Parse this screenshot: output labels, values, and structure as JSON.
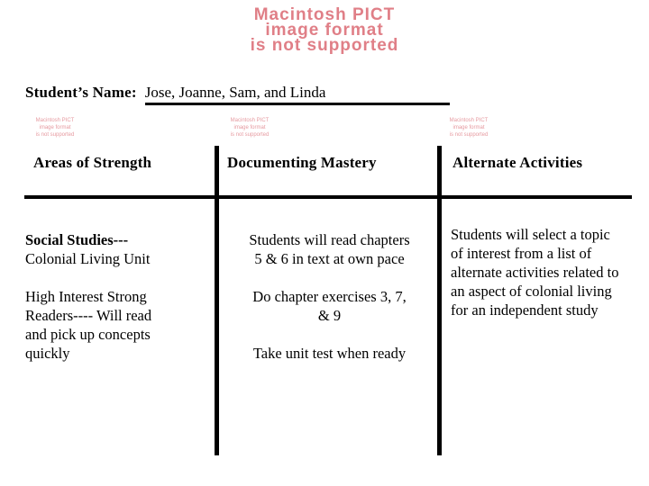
{
  "placeholder": {
    "pict_text": "Macintosh PICT\nimage format\nis not supported",
    "color": "#e07f87",
    "color_small": "#e69aa0"
  },
  "student": {
    "label": "Student’s Name:",
    "value": "Jose, Joanne, Sam, and Linda"
  },
  "table": {
    "headers": [
      {
        "label": "Areas of Strength"
      },
      {
        "label": "Documenting Mastery"
      },
      {
        "label": "Alternate Activities"
      }
    ],
    "cells": {
      "strength": {
        "line1_bold": "Social Studies---",
        "line2": "Colonial Living Unit",
        "line3": "High Interest Strong",
        "line4": "Readers----   Will read",
        "line5": "and pick up concepts",
        "line6": "quickly"
      },
      "mastery": {
        "line1": "Students will read chapters",
        "line2": "5 & 6 in text at own pace",
        "line3": "Do chapter exercises 3, 7,",
        "line4": "& 9",
        "line5": "Take unit test when ready"
      },
      "alternate": {
        "line1": "Students will select a topic",
        "line2": "of interest  from a list of",
        "line3": "alternate activities related to",
        "line4": "an aspect of colonial living",
        "line5": "for an independent study"
      }
    }
  }
}
